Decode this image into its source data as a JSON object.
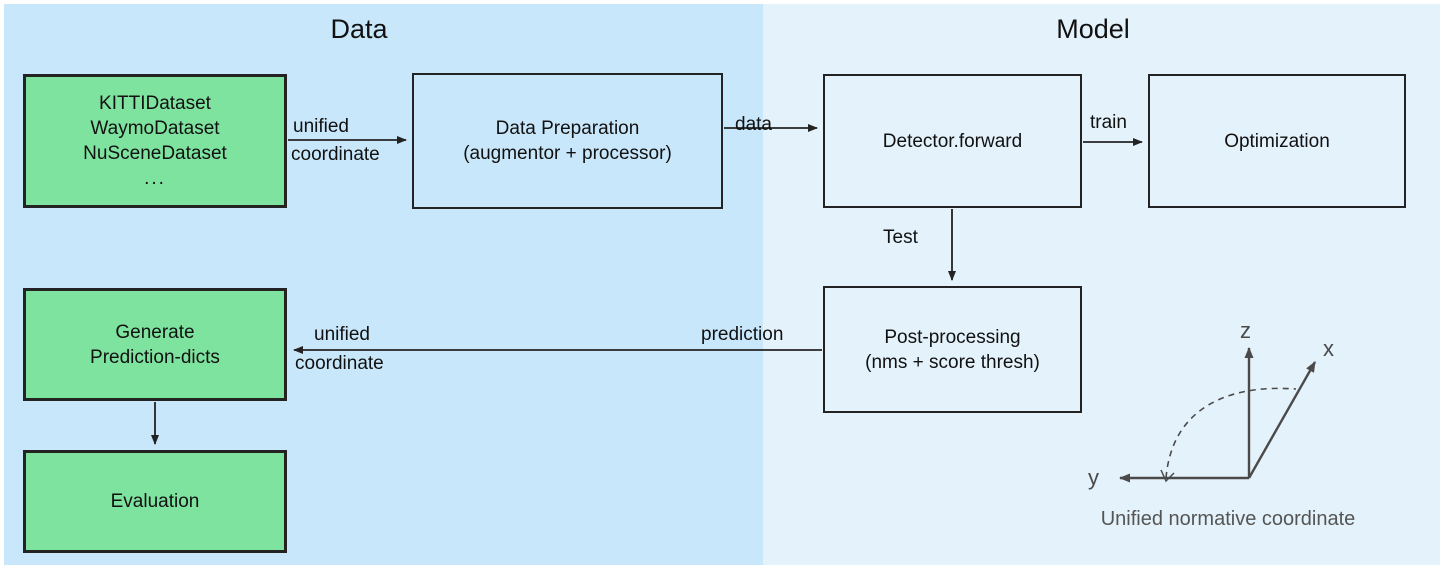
{
  "figure": {
    "panels": [
      {
        "id": "data",
        "title": "Data",
        "bg_color": "#c9e7fa"
      },
      {
        "id": "model",
        "title": "Model",
        "bg_color": "#e4f2fb"
      }
    ],
    "colors": {
      "green_node_fill": "#7fe3a0",
      "node_border": "#232323",
      "data_panel_bg": "#c9e7fa",
      "model_panel_bg": "#e4f2fb",
      "axis_stroke": "#4a4a4a",
      "caption_text": "#555555"
    },
    "nodes": {
      "datasets": {
        "lines": [
          "KITTIDataset",
          "WaymoDataset",
          "NuSceneDataset",
          "..."
        ],
        "style": "green"
      },
      "data_preparation": {
        "lines": [
          "Data Preparation",
          "(augmentor + processor)"
        ],
        "style": "blue"
      },
      "detector": {
        "lines": [
          "Detector.forward"
        ],
        "style": "blue"
      },
      "optimization": {
        "lines": [
          "Optimization"
        ],
        "style": "blue"
      },
      "post_processing": {
        "lines": [
          "Post-processing",
          "(nms + score thresh)"
        ],
        "style": "blue"
      },
      "generate_prediction_dicts": {
        "lines": [
          "Generate",
          "Prediction-dicts"
        ],
        "style": "green"
      },
      "evaluation": {
        "lines": [
          "Evaluation"
        ],
        "style": "green"
      }
    },
    "edges": [
      {
        "id": "datasets-to-dataprep",
        "label_top": "unified",
        "label_bottom": "coordinate"
      },
      {
        "id": "dataprep-to-detector",
        "label": "data"
      },
      {
        "id": "detector-to-optimization",
        "label": "train"
      },
      {
        "id": "detector-to-postproc",
        "label": "Test"
      },
      {
        "id": "postproc-to-genpred",
        "label": "prediction",
        "label_top": "unified",
        "label_bottom": "coordinate"
      },
      {
        "id": "genpred-to-evaluation",
        "label": ""
      }
    ],
    "coordinate_system": {
      "caption": "Unified normative coordinate",
      "axes": [
        {
          "name": "z",
          "label": "z"
        },
        {
          "name": "x",
          "label": "x"
        },
        {
          "name": "y",
          "label": "y"
        }
      ]
    }
  }
}
